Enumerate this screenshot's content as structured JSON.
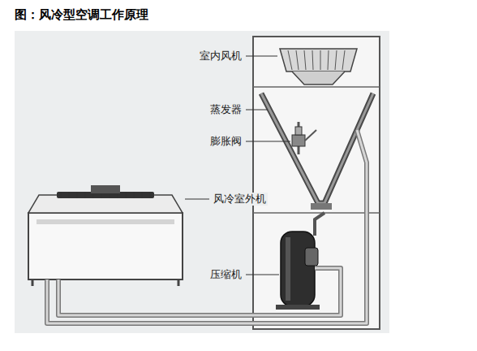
{
  "diagram": {
    "title": "图：风冷型空调工作原理",
    "labels": [
      "室内风机",
      "蒸发器",
      "膨胀阀",
      "风冷室外机",
      "压缩机"
    ]
  }
}
